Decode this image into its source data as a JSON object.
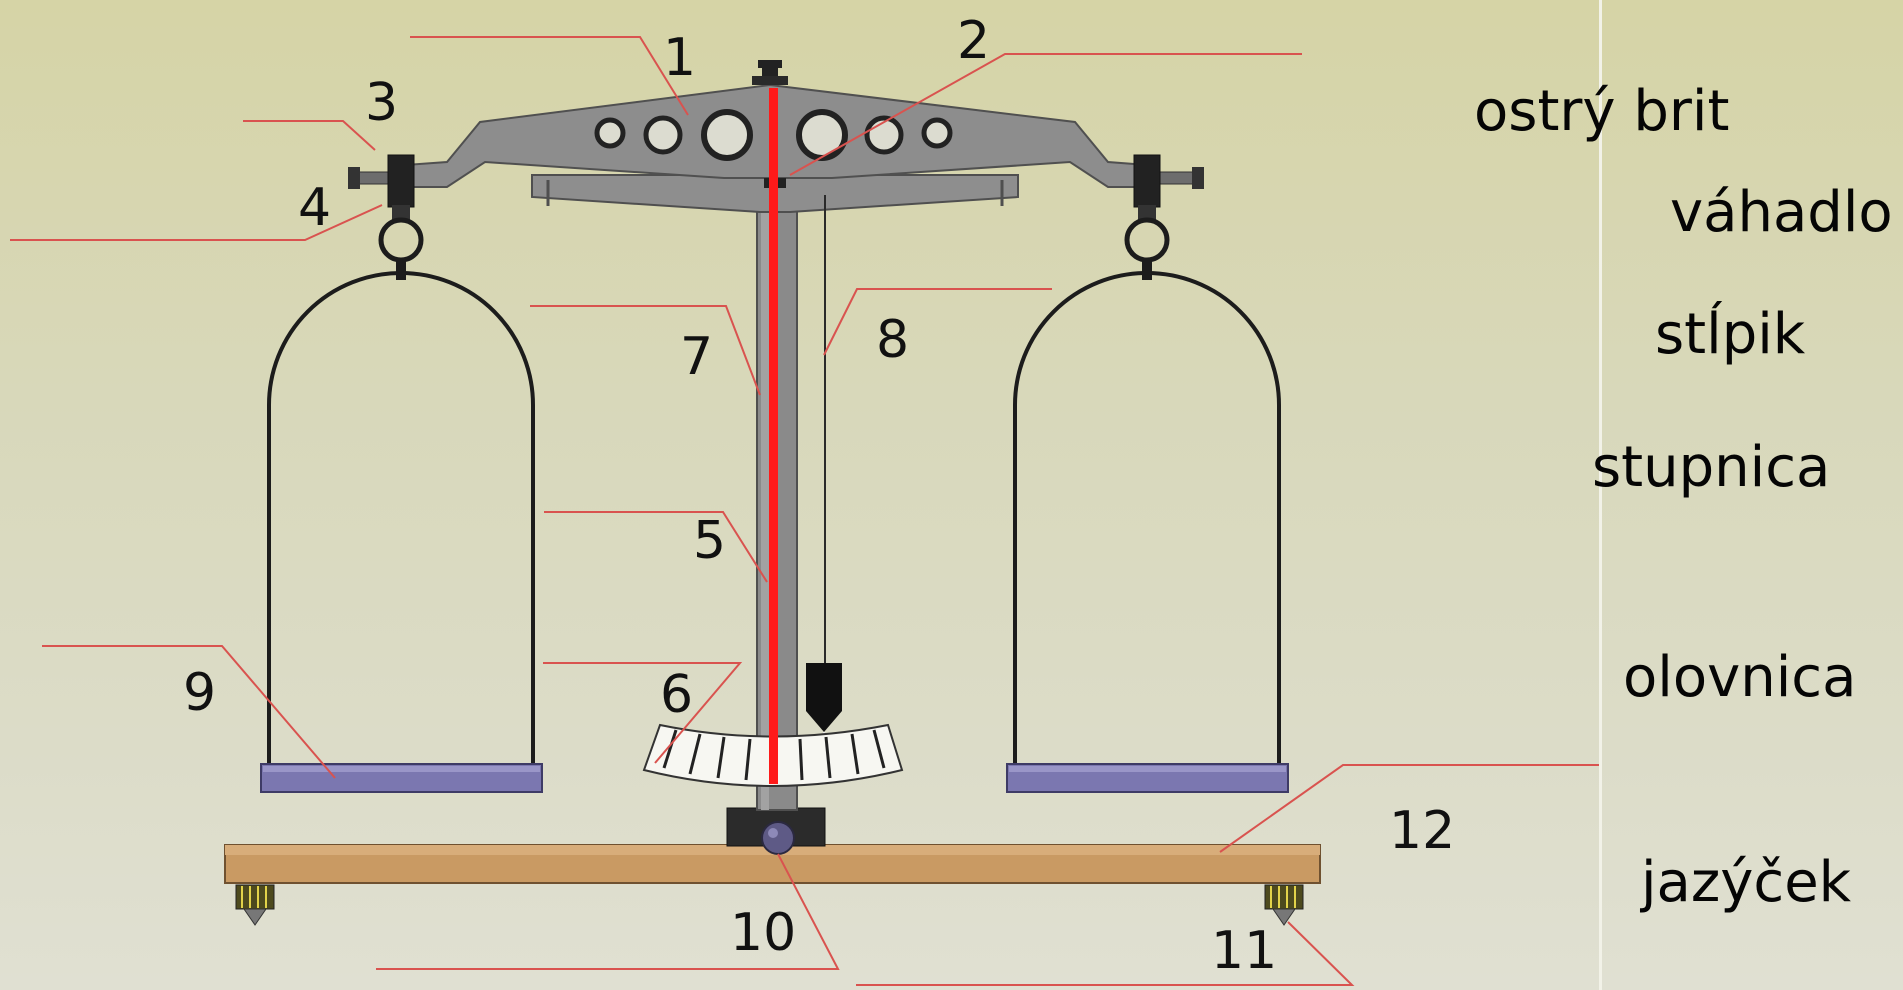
{
  "numbers": [
    "1",
    "2",
    "3",
    "4",
    "5",
    "6",
    "7",
    "8",
    "9",
    "10",
    "11",
    "12"
  ],
  "terms": [
    "ostrý brit",
    "váhadlo",
    "stĺpik",
    "stupnica",
    "olovnica",
    "jazýček"
  ],
  "colors": {
    "leader_line": "#d9534f",
    "pointer": "#ff1a1a",
    "metal": "#8a8a8a",
    "pan": "#7b77b0",
    "wood": "#c99a63"
  }
}
